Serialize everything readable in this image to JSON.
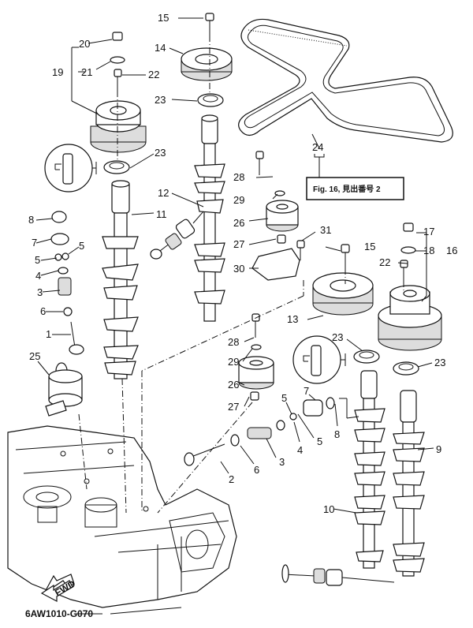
{
  "figure": {
    "code": "6AW1010-G070",
    "reference_box": "Fig. 16, 見出番号 2",
    "direction_marker": "FWD"
  },
  "callouts": [
    {
      "id": "c15a",
      "text": "15"
    },
    {
      "id": "c14",
      "text": "14"
    },
    {
      "id": "c20a",
      "text": "20"
    },
    {
      "id": "c19",
      "text": "19"
    },
    {
      "id": "c21",
      "text": "21"
    },
    {
      "id": "c22a",
      "text": "22"
    },
    {
      "id": "c23a",
      "text": "23"
    },
    {
      "id": "c23b",
      "text": "23"
    },
    {
      "id": "c12",
      "text": "12"
    },
    {
      "id": "c11",
      "text": "11"
    },
    {
      "id": "c8a",
      "text": "8"
    },
    {
      "id": "c7a",
      "text": "7"
    },
    {
      "id": "c5a",
      "text": "5"
    },
    {
      "id": "c5b",
      "text": "5"
    },
    {
      "id": "c4a",
      "text": "4"
    },
    {
      "id": "c3a",
      "text": "3"
    },
    {
      "id": "c6a",
      "text": "6"
    },
    {
      "id": "c1",
      "text": "1"
    },
    {
      "id": "c25",
      "text": "25"
    },
    {
      "id": "c24",
      "text": "24"
    },
    {
      "id": "c28a",
      "text": "28"
    },
    {
      "id": "c29a",
      "text": "29"
    },
    {
      "id": "c26a",
      "text": "26"
    },
    {
      "id": "c27a",
      "text": "27"
    },
    {
      "id": "c31",
      "text": "31"
    },
    {
      "id": "c30",
      "text": "30"
    },
    {
      "id": "c15b",
      "text": "15"
    },
    {
      "id": "c17",
      "text": "17"
    },
    {
      "id": "c18",
      "text": "18"
    },
    {
      "id": "c16",
      "text": "16"
    },
    {
      "id": "c22b",
      "text": "22"
    },
    {
      "id": "c13",
      "text": "13"
    },
    {
      "id": "c23c",
      "text": "23"
    },
    {
      "id": "c23d",
      "text": "23"
    },
    {
      "id": "c28b",
      "text": "28"
    },
    {
      "id": "c29b",
      "text": "29"
    },
    {
      "id": "c26b",
      "text": "26"
    },
    {
      "id": "c27b",
      "text": "27"
    },
    {
      "id": "c5c",
      "text": "5"
    },
    {
      "id": "c5d",
      "text": "5"
    },
    {
      "id": "c7b",
      "text": "7"
    },
    {
      "id": "c8b",
      "text": "8"
    },
    {
      "id": "c4b",
      "text": "4"
    },
    {
      "id": "c3b",
      "text": "3"
    },
    {
      "id": "c6b",
      "text": "6"
    },
    {
      "id": "c2",
      "text": "2"
    },
    {
      "id": "c9",
      "text": "9"
    },
    {
      "id": "c10",
      "text": "10"
    }
  ]
}
